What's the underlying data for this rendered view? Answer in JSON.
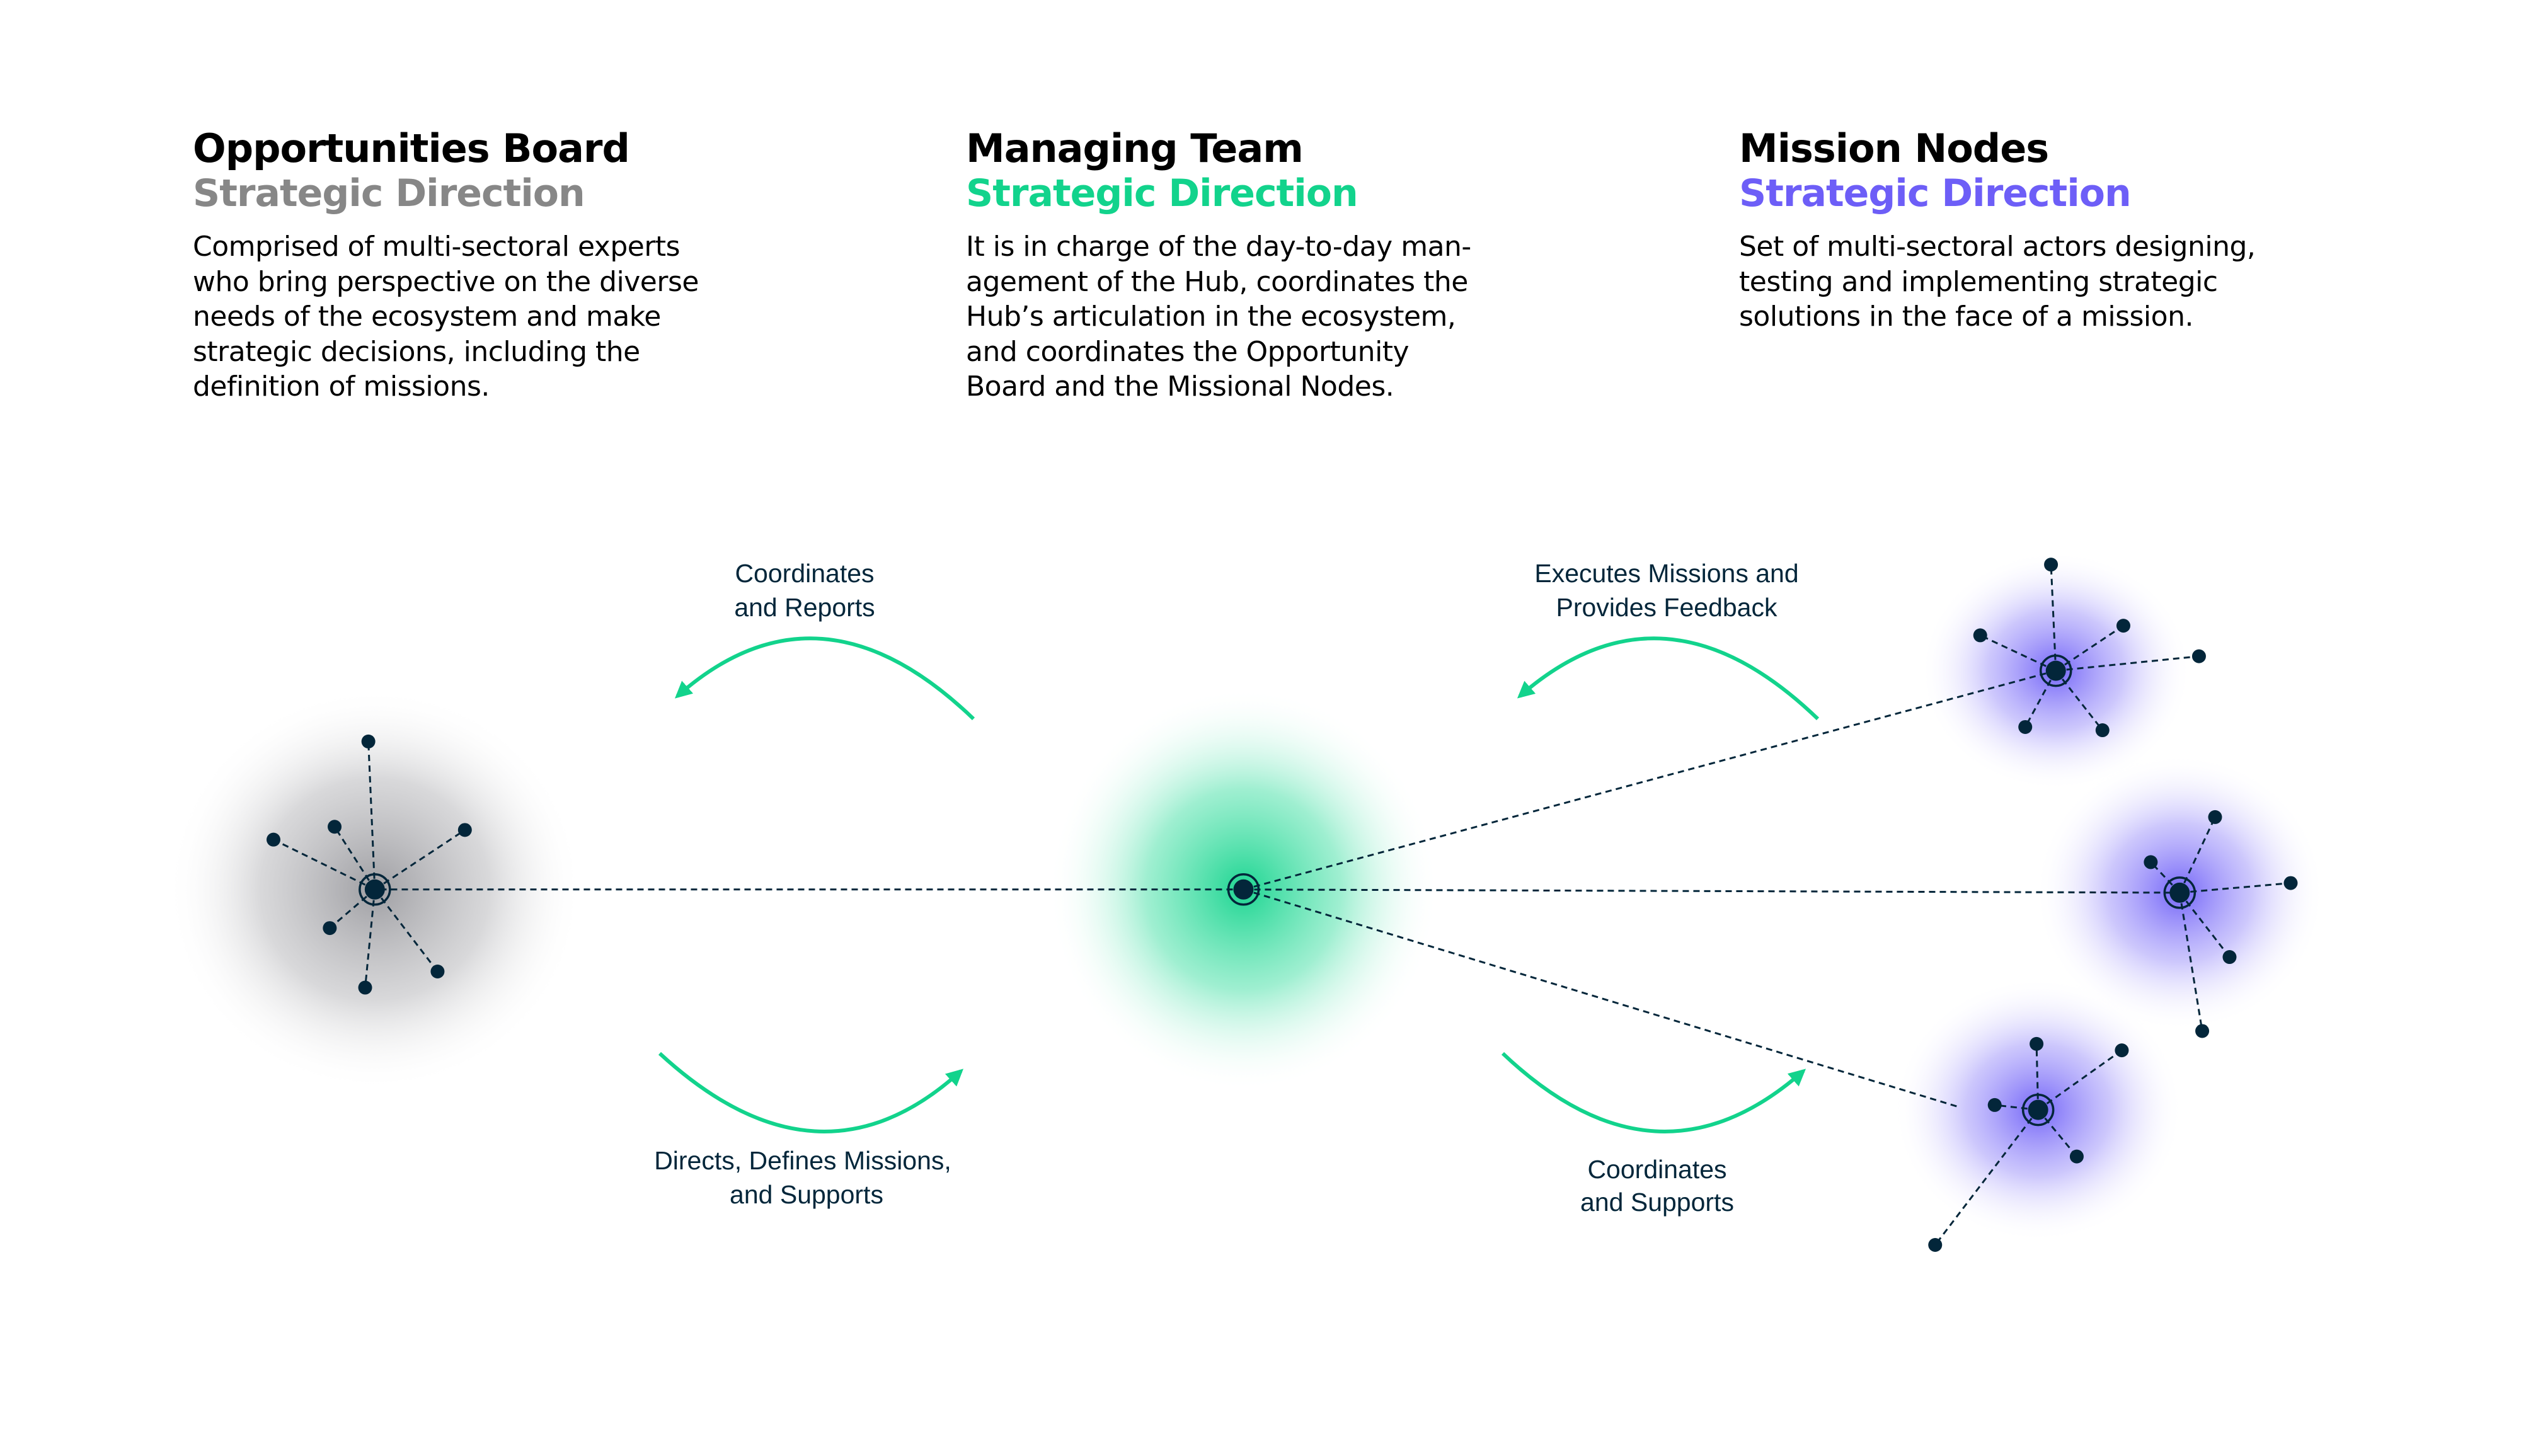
{
  "columns": [
    {
      "title": "Opportunities Board",
      "subtitle": "Strategic Direction",
      "subtitle_color": "#878787",
      "body": "Comprised of multi-sectoral experts\nwho bring perspective on the diverse\nneeds of the ecosystem and make\nstrategic decisions, including the\ndefinition of missions."
    },
    {
      "title": "Managing Team",
      "subtitle": "Strategic Direction",
      "subtitle_color": "#12d38c",
      "body": "It is in charge of the day-to-day man-\nagement of the Hub, coordinates the\nHub’s articulation in the ecosystem,\nand coordinates the Opportunity\nBoard and the Missional Nodes."
    },
    {
      "title": "Mission Nodes",
      "subtitle": "Strategic Direction",
      "subtitle_color": "#6d5ef7",
      "body": "Set of multi-sectoral actors designing,\ntesting and implementing strategic\nsolutions in the face of a mission."
    }
  ],
  "flows": [
    {
      "lines": [
        "Coordinates",
        "and Reports"
      ],
      "from": "Managing Team",
      "to": "Opportunities Board"
    },
    {
      "lines": [
        "Directs, Defines Missions,",
        "and Supports"
      ],
      "from": "Opportunities Board",
      "to": "Managing Team"
    },
    {
      "lines": [
        "Executes Missions and",
        "Provides Feedback"
      ],
      "from": "Mission Nodes",
      "to": "Managing Team"
    },
    {
      "lines": [
        "Coordinates",
        "and Supports"
      ],
      "from": "Managing Team",
      "to": "Mission Nodes"
    }
  ],
  "clusters": [
    {
      "name": "opportunities-board-cluster",
      "glow_color": "#8e8e93",
      "satellites": 7
    },
    {
      "name": "managing-team-hub",
      "glow_color": "#12d38c",
      "satellites": 0
    },
    {
      "name": "mission-node-1",
      "glow_color": "#6d5ef7",
      "satellites": 6
    },
    {
      "name": "mission-node-2",
      "glow_color": "#6d5ef7",
      "satellites": 5
    },
    {
      "name": "mission-node-3",
      "glow_color": "#6d5ef7",
      "satellites": 5
    }
  ],
  "colors": {
    "node": "#03263a",
    "arrow": "#12d38c",
    "label": "#03263a"
  }
}
